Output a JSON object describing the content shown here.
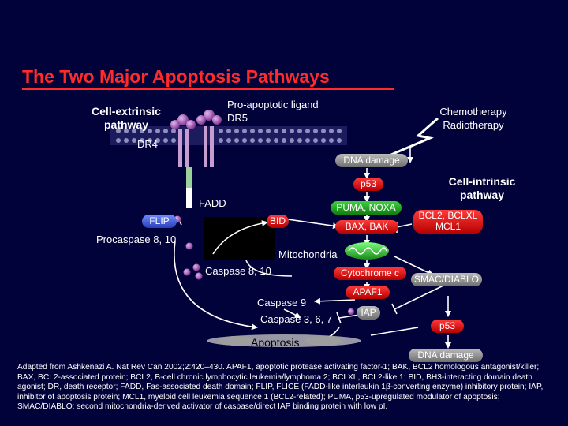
{
  "title": "The Two Major Apoptosis Pathways",
  "labels": {
    "cell_extrinsic": "Cell-extrinsic pathway",
    "pro_apoptotic": "Pro-apoptotic ligand DR5",
    "chemo": "Chemotherapy Radiotherapy",
    "dr4": "DR4",
    "dna_damage_top": "DNA damage",
    "p53_top": "p53",
    "cell_intrinsic": "Cell-intrinsic pathway",
    "fadd": "FADD",
    "flip": "FLIP",
    "bid": "BID",
    "puma_noxa": "PUMA, NOXA",
    "bax_bak": "BAX, BAK",
    "bcl2": "BCL2, BCLXL MCL1",
    "procaspase": "Procaspase 8, 10",
    "mitochondria": "Mitochondria",
    "caspase810": "Caspase 8, 10",
    "cytochrome": "Cytochrome c",
    "smac": "SMAC/DIABLO",
    "apaf1": "APAF1",
    "caspase9": "Caspase 9",
    "iap": "IAP",
    "caspase367": "Caspase 3, 6, 7",
    "apoptosis": "Apoptosis",
    "p53_bottom": "p53",
    "dna_damage_bottom": "DNA damage"
  },
  "footnote": "Adapted from Ashkenazi A. Nat Rev Can 2002;2:420–430. APAF1, apoptotic protease activating factor-1; BAK, BCL2 homologous antagonist/killer; BAX, BCL2-associated protein; BCL2, B-cell chronic lymphocytic leukemia/lymphoma 2; BCLXL, BCL2-like 1; BID, BH3-interacting domain death agonist; DR, death receptor; FADD, Fas-associated death domain; FLIP, FLICE (FADD-like interleukin 1β-converting enzyme) inhibitory protein; IAP, inhibitor of apoptosis protein; MCL1, myeloid cell leukemia sequence 1 (BCL2-related); PUMA, p53-upregulated modulator of apoptosis; SMAC/DIABLO: second mitochondria-derived activator of caspase/direct IAP binding protein with low pI.",
  "colors": {
    "background": "#02023a",
    "title": "#ff2a2a",
    "arrow": "#ffffff",
    "receptor": "#b07ab0",
    "caspase_dot": "#b06ad0"
  }
}
